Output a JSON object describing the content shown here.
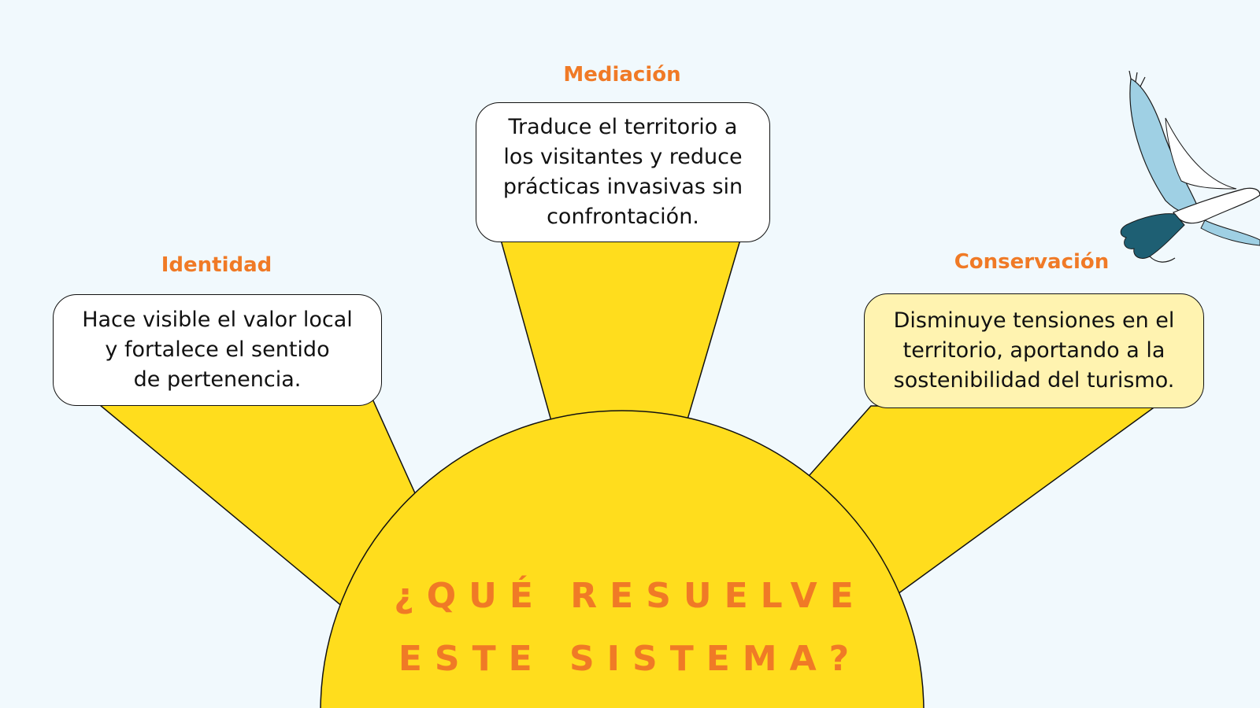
{
  "center": {
    "title_line1": "¿QUÉ RESUELVE",
    "title_line2": "ESTE SISTEMA?"
  },
  "nodes": [
    {
      "title": "Identidad",
      "lines": [
        "Hace visible el valor local",
        "y fortalece el sentido",
        "de pertenencia."
      ]
    },
    {
      "title": "Mediación",
      "lines": [
        "Traduce el territorio a",
        "los visitantes y reduce",
        "prácticas invasivas sin",
        "confrontación."
      ]
    },
    {
      "title": "Conservación",
      "lines": [
        "Disminuye tensiones en el",
        "territorio, aportando a la",
        "sostenibilidad del turismo."
      ]
    }
  ],
  "colors": {
    "background": "#f1f9fd",
    "sun": "#ffdd1d",
    "accent": "#f07a26",
    "box_white": "#ffffff",
    "box_highlight": "#fff3b0",
    "bird_wing": "#9fd0e4",
    "bird_dark": "#1e5f73"
  },
  "icons": {
    "bird": "flying-bird-illustration"
  }
}
